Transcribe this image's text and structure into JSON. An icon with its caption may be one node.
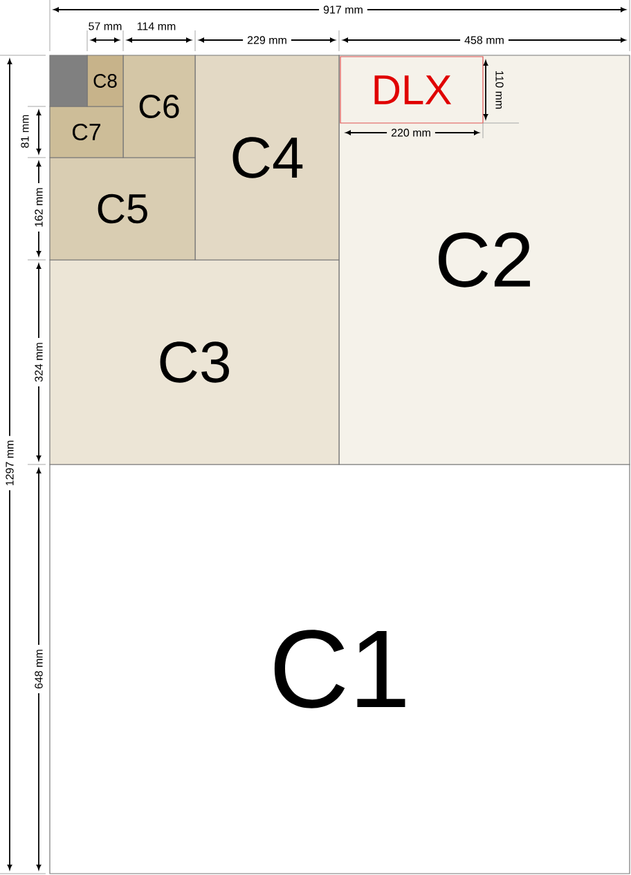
{
  "diagram": {
    "nodes": [
      {
        "text": [
          "C1"
        ]
      },
      {
        "text": [
          "C2"
        ]
      },
      {
        "text": [
          "C3"
        ]
      },
      {
        "text": [
          "C4"
        ]
      },
      {
        "text": [
          "C5"
        ]
      },
      {
        "text": [
          "C6"
        ]
      },
      {
        "text": [
          "C7"
        ]
      },
      {
        "text": [
          "C8"
        ]
      },
      {
        "text": [],
        "shape": "box"
      },
      {
        "text": [
          "DLX"
        ],
        "in": 1
      }
    ],
    "edges": [],
    "labels": [
      "917 mm",
      "57 mm",
      "114 mm",
      "229 mm",
      "458 mm",
      "110 mm",
      "220 mm",
      "1297 mm",
      "81 mm",
      "162 mm",
      "324 mm",
      "648 mm"
    ]
  }
}
